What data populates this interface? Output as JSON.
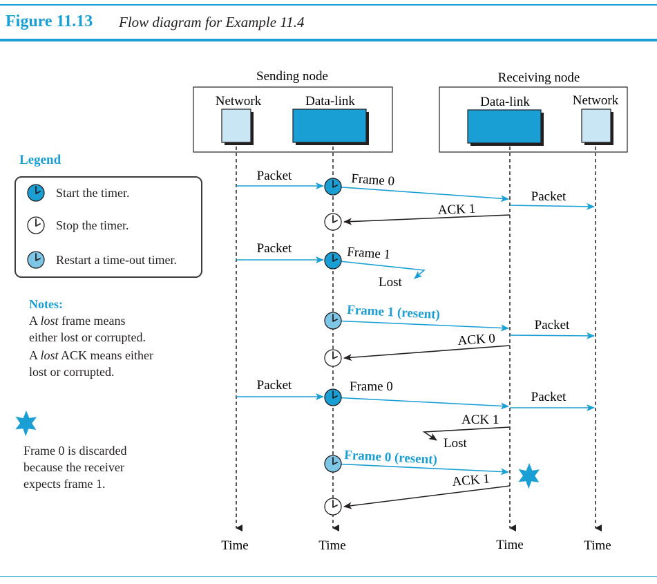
{
  "figure": {
    "number": "Figure 11.13",
    "caption": "Flow diagram for Example 11.4"
  },
  "nodes": {
    "sending": {
      "title": "Sending node",
      "network": "Network",
      "datalink": "Data-link"
    },
    "receiving": {
      "title": "Receiving node",
      "datalink": "Data-link",
      "network": "Network"
    }
  },
  "legend": {
    "title": "Legend",
    "items": [
      {
        "icon": "timer-start-icon",
        "text": "Start the timer."
      },
      {
        "icon": "timer-stop-icon",
        "text": "Stop the timer."
      },
      {
        "icon": "timer-restart-icon",
        "text": "Restart a time-out timer."
      }
    ]
  },
  "notes": {
    "title": "Notes:",
    "line1_pre": "A ",
    "line1_em": "lost",
    "line1_post": " frame means",
    "line2": "either lost or corrupted.",
    "line3_pre": "A ",
    "line3_em": "lost",
    "line3_post": " ACK means either",
    "line4": "lost or corrupted."
  },
  "discard_note": {
    "line1": "Frame 0 is discarded",
    "line2": "because the receiver",
    "line3": "expects frame 1."
  },
  "labels": {
    "packet": "Packet",
    "frame0": "Frame 0",
    "ack1": "ACK 1",
    "frame1": "Frame 1",
    "lost": "Lost",
    "frame1_resent": "Frame 1 (resent)",
    "ack0": "ACK 0",
    "frame0_resent": "Frame 0 (resent)",
    "time": "Time"
  },
  "colors": {
    "accent": "#1a9fd4",
    "box_fill": "#1a9fd4",
    "light_fill": "#c8e6f3",
    "restart_fill": "#7dc6e6",
    "ink": "#231f20"
  }
}
